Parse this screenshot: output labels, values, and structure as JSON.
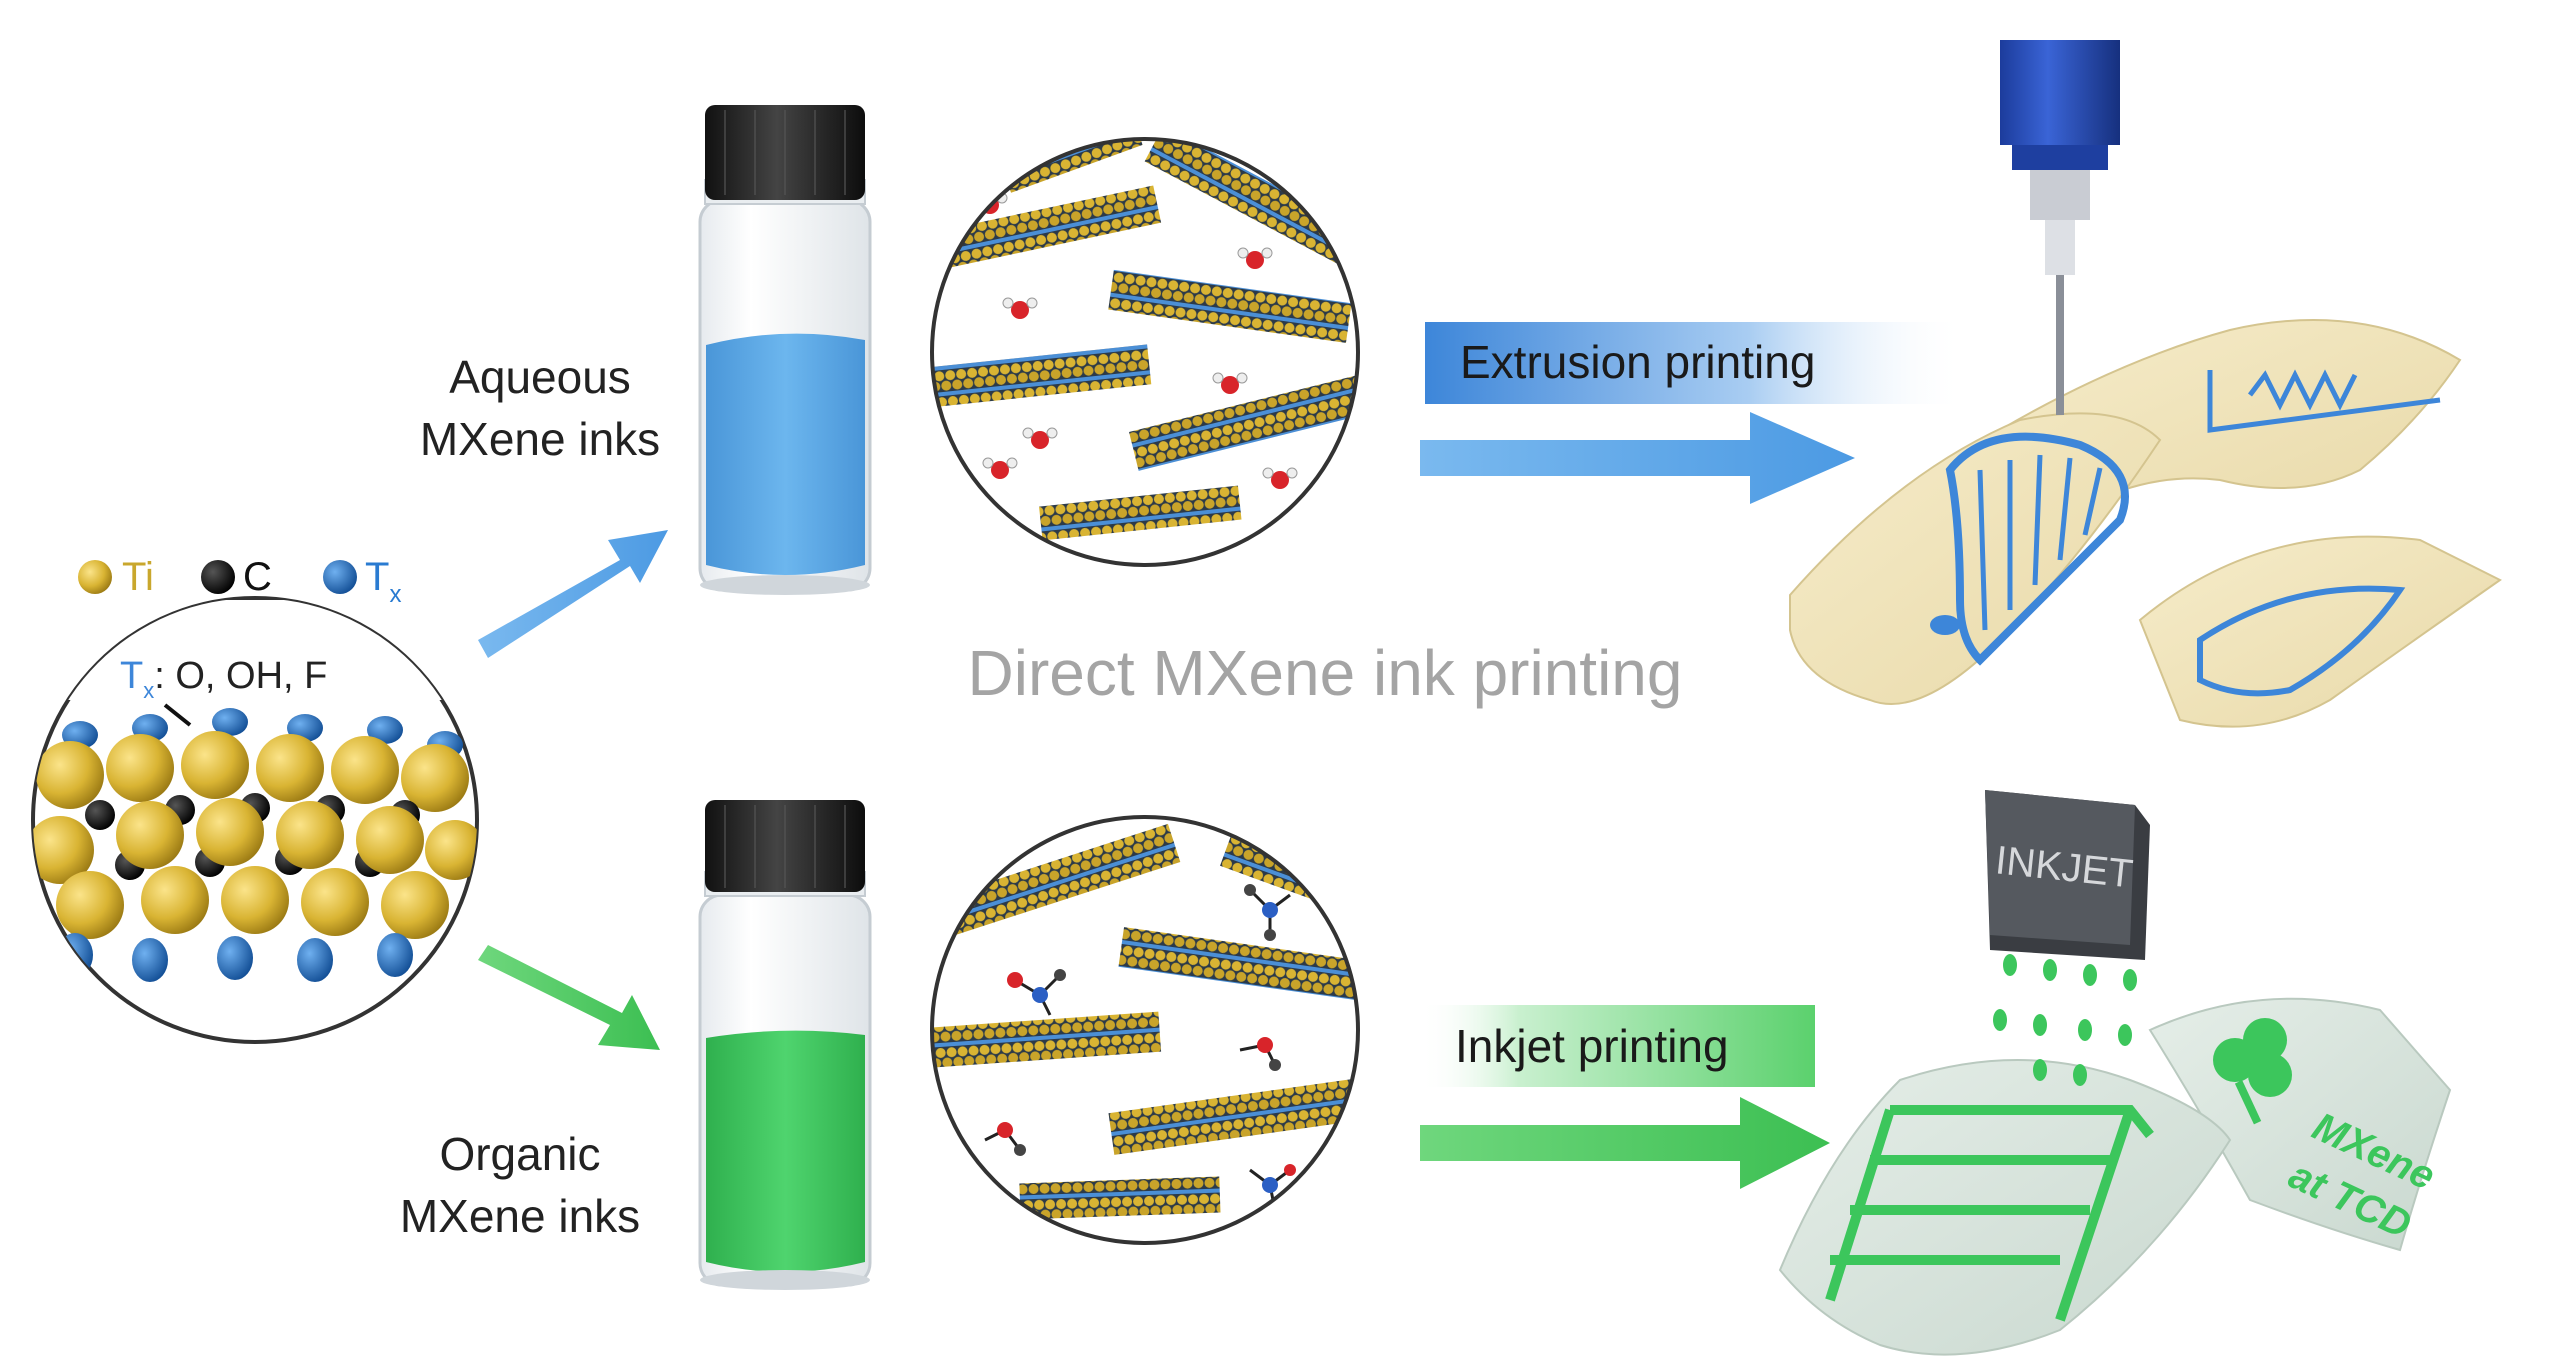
{
  "legend": {
    "ti": "Ti",
    "c": "C",
    "tx": "T",
    "tx_sub": "x"
  },
  "tx_note": {
    "prefix": "T",
    "sub": "x",
    "text": ": O, OH, F"
  },
  "aqueous_label": [
    "Aqueous",
    "MXene inks"
  ],
  "organic_label": [
    "Organic",
    "MXene inks"
  ],
  "center_title": "Direct MXene ink printing",
  "extrusion_label": "Extrusion printing",
  "inkjet_label": "Inkjet printing",
  "inkjet_head_text": "INKJET",
  "paper_text": [
    "MXene",
    "at TCD"
  ],
  "colors": {
    "blue_ink": "#5aa8e6",
    "green_ink": "#3cc65c",
    "titanium": "#d9b433",
    "carbon": "#111111",
    "termination": "#1f6fbf",
    "paper_cream": "#f2e6c0",
    "paper_green": "#d9e6de"
  }
}
